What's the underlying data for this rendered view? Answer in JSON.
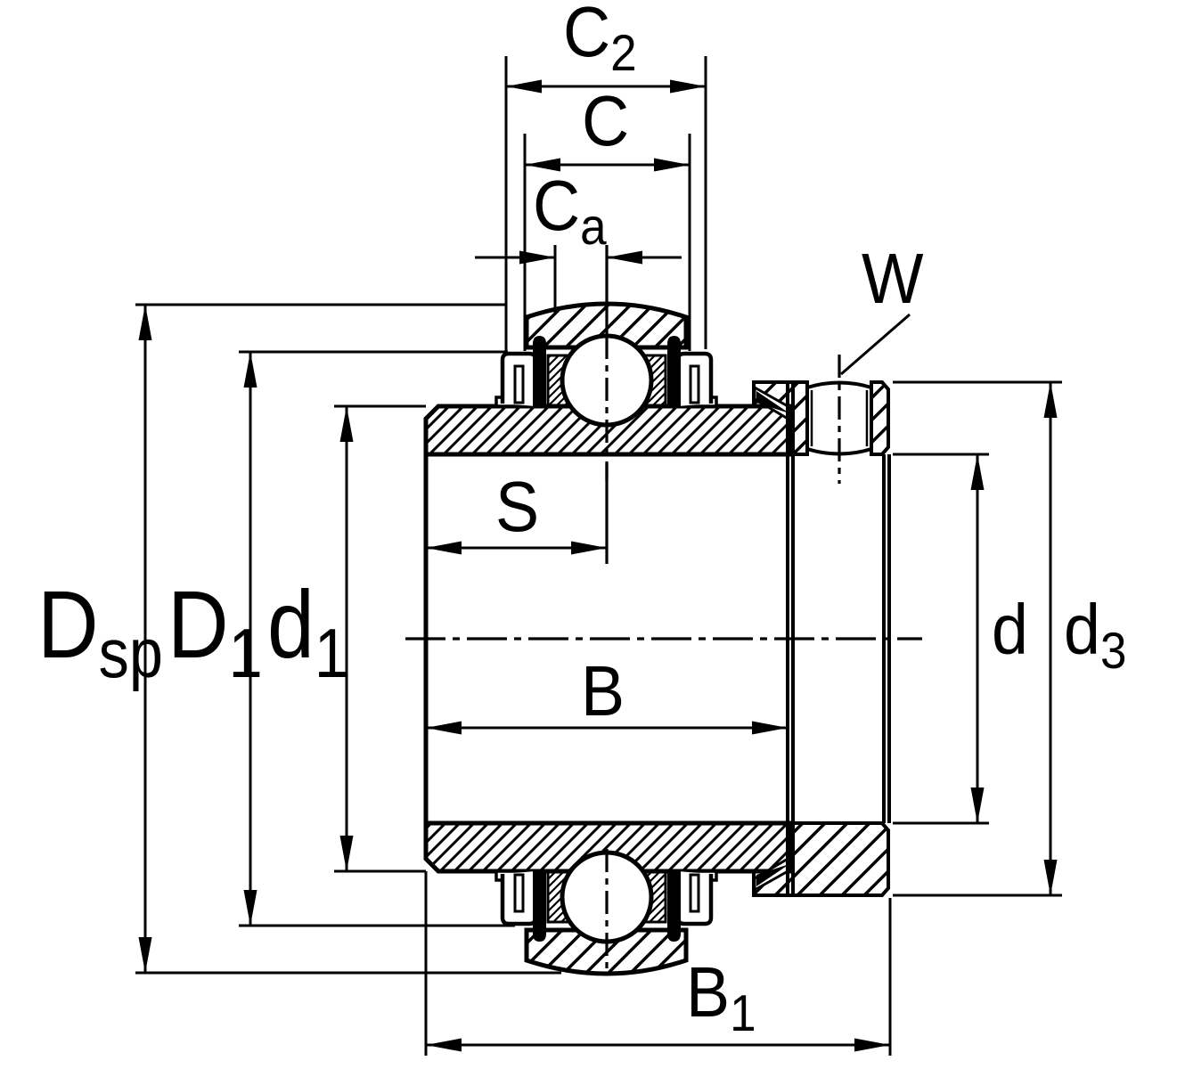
{
  "diagram": {
    "colors": {
      "line": "#000000",
      "background": "#ffffff"
    },
    "labels": {
      "c2": {
        "base": "C",
        "sub": "2"
      },
      "c": {
        "base": "C",
        "sub": ""
      },
      "ca": {
        "base": "C",
        "sub": "a"
      },
      "w": {
        "base": "W",
        "sub": ""
      },
      "s": {
        "base": "S",
        "sub": ""
      },
      "b": {
        "base": "B",
        "sub": ""
      },
      "b1": {
        "base": "B",
        "sub": "1"
      },
      "dsp": {
        "base": "D",
        "sub": "sp"
      },
      "d1_cap": {
        "base": "D",
        "sub": "1"
      },
      "d1_low": {
        "base": "d",
        "sub": "1"
      },
      "d": {
        "base": "d",
        "sub": ""
      },
      "d3": {
        "base": "d",
        "sub": "3"
      }
    }
  }
}
